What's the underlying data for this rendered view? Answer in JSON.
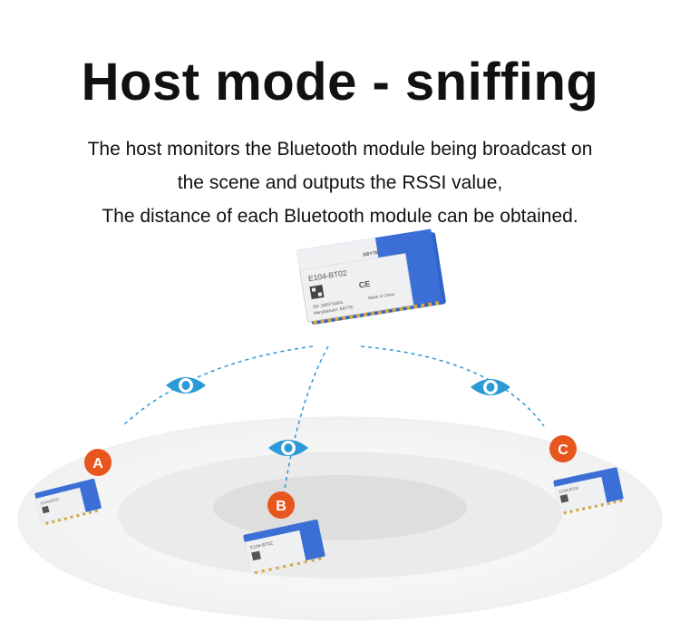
{
  "heading": {
    "title": "Host mode - sniffing",
    "lines": [
      "The host monitors the Bluetooth module being broadcast on",
      "the scene and outputs the RSSI value,",
      "The distance of each Bluetooth module can be obtained."
    ]
  },
  "host_module": {
    "model": "E104-BT02",
    "brand": "EBYTE",
    "sn": "SN: 1809710001",
    "manufacturer": "Manufacturer: EBYTE",
    "origin": "Made in China",
    "ce": "CE"
  },
  "nodes": [
    {
      "label": "A",
      "model": "E104-BT02"
    },
    {
      "label": "B",
      "model": "E104-BT02"
    },
    {
      "label": "C",
      "model": "E104-BT02"
    }
  ],
  "colors": {
    "accent_eye": "#2b9ad6",
    "badge": "#e8561f",
    "dash_line": "#2b9ad6",
    "module_blue": "#2f63c8",
    "floor_outer": "#f4f4f4",
    "floor_mid": "#e9e9e9",
    "floor_inner": "#dcdcdc"
  },
  "icons": [
    "eye-icon",
    "eye-icon",
    "eye-icon"
  ]
}
